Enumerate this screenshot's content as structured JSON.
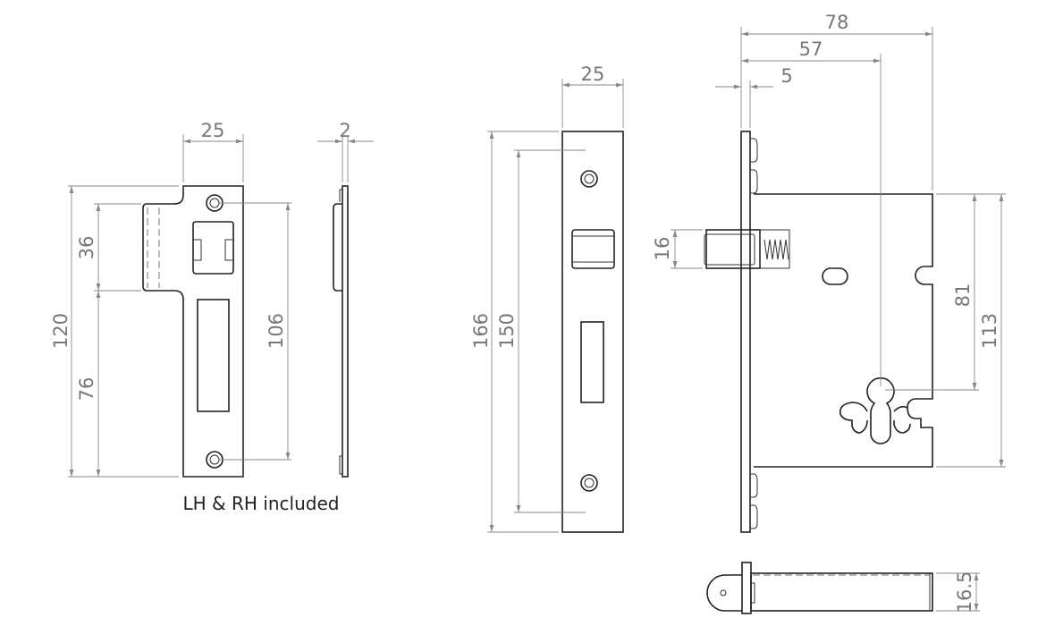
{
  "strike_plate": {
    "dims": {
      "width": "25",
      "thickness": "2",
      "overall_height": "120",
      "tab_height": "36",
      "lower_height": "76",
      "hole_centers": "106"
    },
    "caption": "LH & RH included"
  },
  "forend": {
    "dims": {
      "width": "25",
      "overall_height": "166",
      "hole_centers": "150"
    }
  },
  "lock_body": {
    "dims": {
      "overall_depth": "78",
      "backset": "57",
      "faceplate": "5",
      "bolt_height": "16",
      "centres": "81",
      "case_height": "113",
      "case_thickness": "16.5"
    }
  }
}
